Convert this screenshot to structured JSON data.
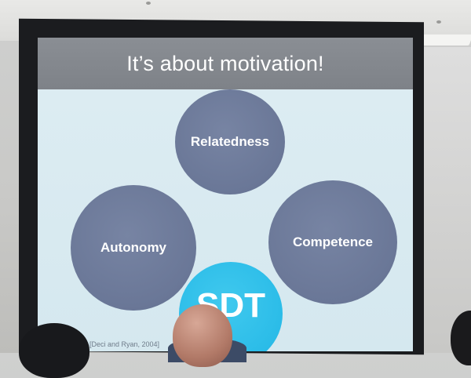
{
  "slide": {
    "title": "It’s about motivation!",
    "center_label": "SDT",
    "petals": {
      "top": "Relatedness",
      "left": "Autonomy",
      "right": "Competence"
    },
    "citation": "[Deci and Ryan, 2004]"
  },
  "colors": {
    "title_bar": "#848890",
    "slide_background": "#d8eaf1",
    "petal": "#6b7898",
    "center_circle": "#2fbfea",
    "screen_frame": "#1b1c1f"
  }
}
